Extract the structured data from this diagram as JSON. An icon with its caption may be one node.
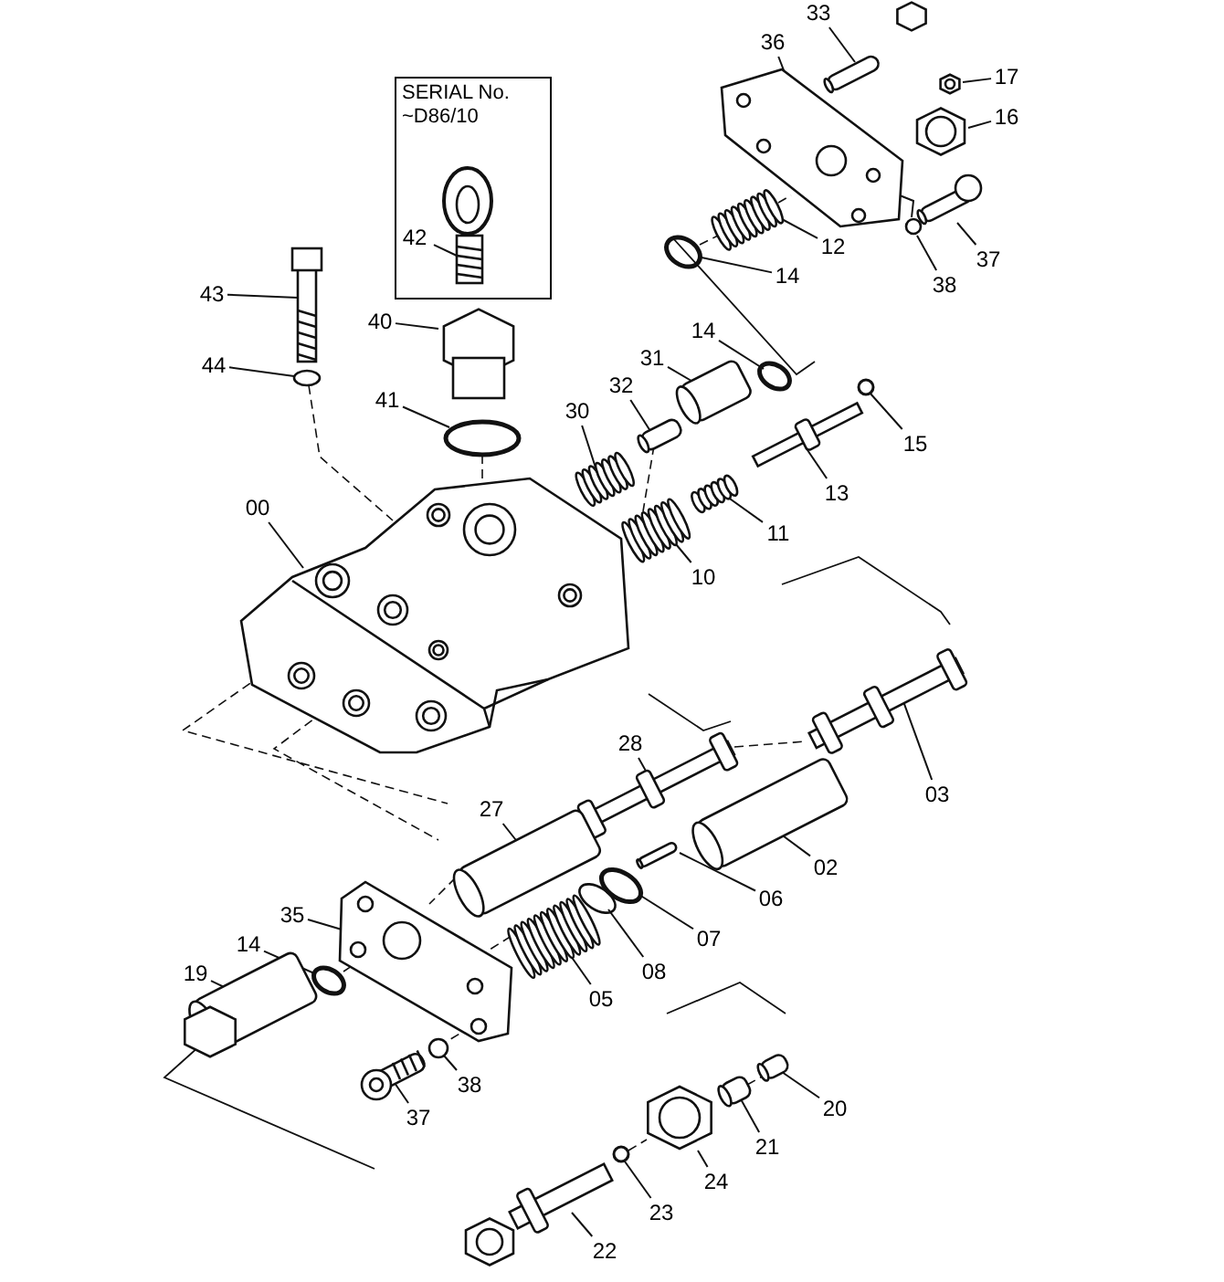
{
  "diagram": {
    "nodes": [
      {
        "text": [
          "33"
        ]
      },
      {
        "text": [
          "36"
        ]
      },
      {
        "text": [
          "17"
        ]
      },
      {
        "text": [
          "SERIAL No. ~D86/10"
        ]
      },
      {
        "text": [
          "42"
        ],
        "in": 3
      },
      {
        "text": [
          "16"
        ]
      },
      {
        "text": [
          "12"
        ]
      },
      {
        "text": [
          "37"
        ]
      },
      {
        "text": [
          "14"
        ]
      },
      {
        "text": [
          "38"
        ]
      },
      {
        "text": [
          "43"
        ]
      },
      {
        "text": [
          "40"
        ]
      },
      {
        "text": [
          "14"
        ]
      },
      {
        "text": [
          "31"
        ]
      },
      {
        "text": [
          "44"
        ]
      },
      {
        "text": [
          "32"
        ]
      },
      {
        "text": [
          "41"
        ]
      },
      {
        "text": [
          "30"
        ]
      },
      {
        "text": [
          "15"
        ]
      },
      {
        "text": [
          "13"
        ]
      },
      {
        "text": [
          "00"
        ]
      },
      {
        "text": [
          "11"
        ]
      },
      {
        "text": [
          "10"
        ]
      },
      {
        "text": [
          "28"
        ]
      },
      {
        "text": [
          "03"
        ]
      },
      {
        "text": [
          "27"
        ]
      },
      {
        "text": [
          "02"
        ]
      },
      {
        "text": [
          "06"
        ]
      },
      {
        "text": [
          "35"
        ]
      },
      {
        "text": [
          "07"
        ]
      },
      {
        "text": [
          "14"
        ]
      },
      {
        "text": [
          "08"
        ]
      },
      {
        "text": [
          "19"
        ]
      },
      {
        "text": [
          "05"
        ]
      },
      {
        "text": [
          "38"
        ]
      },
      {
        "text": [
          "20"
        ]
      },
      {
        "text": [
          "37"
        ]
      },
      {
        "text": [
          "21"
        ]
      },
      {
        "text": [
          "24"
        ]
      },
      {
        "text": [
          "23"
        ]
      },
      {
        "text": [
          "22"
        ]
      },
      {
        "text": [],
        "shape": "picture"
      },
      {
        "text": [],
        "shape": "picture"
      },
      {
        "text": [],
        "shape": "picture"
      },
      {
        "text": [],
        "shape": "picture",
        "in": 3
      },
      {
        "text": [],
        "shape": "picture"
      },
      {
        "text": [],
        "shape": "picture"
      },
      {
        "text": [],
        "shape": "picture"
      },
      {
        "text": [],
        "shape": "circle"
      },
      {
        "text": [],
        "shape": "circle"
      },
      {
        "text": [],
        "shape": "picture"
      },
      {
        "text": [],
        "shape": "picture"
      },
      {
        "text": [],
        "shape": "circle"
      },
      {
        "text": [],
        "shape": "picture"
      },
      {
        "text": [],
        "shape": "circle"
      },
      {
        "text": [],
        "shape": "picture"
      },
      {
        "text": [],
        "shape": "circle"
      },
      {
        "text": [],
        "shape": "picture"
      },
      {
        "text": [],
        "shape": "circle"
      },
      {
        "text": [],
        "shape": "picture"
      },
      {
        "text": [],
        "shape": "picture"
      },
      {
        "text": [],
        "shape": "picture"
      },
      {
        "text": [],
        "shape": "picture"
      },
      {
        "text": [],
        "shape": "picture"
      },
      {
        "text": [],
        "shape": "picture"
      },
      {
        "text": [],
        "shape": "picture"
      },
      {
        "text": [],
        "shape": "picture"
      },
      {
        "text": [],
        "shape": "picture"
      },
      {
        "text": [],
        "shape": "picture"
      },
      {
        "text": [],
        "shape": "circle"
      },
      {
        "text": [],
        "shape": "circle"
      },
      {
        "text": [],
        "shape": "circle"
      },
      {
        "text": [],
        "shape": "picture"
      },
      {
        "text": [],
        "shape": "picture"
      },
      {
        "text": [],
        "shape": "circle"
      },
      {
        "text": [],
        "shape": "picture"
      },
      {
        "text": [],
        "shape": "picture"
      },
      {
        "text": [],
        "shape": "picture"
      },
      {
        "text": [],
        "shape": "picture"
      },
      {
        "text": [],
        "shape": "circle"
      },
      {
        "text": [],
        "shape": "picture"
      }
    ],
    "edges": [
      {
        "from": 0,
        "to": 41,
        "arrow": "none"
      },
      {
        "from": 1,
        "to": 42,
        "arrow": "none"
      },
      {
        "from": 2,
        "to": 43,
        "arrow": "none"
      },
      {
        "from": 4,
        "to": 44,
        "arrow": "none"
      },
      {
        "from": 5,
        "to": 45,
        "arrow": "none"
      },
      {
        "from": 6,
        "to": 46,
        "arrow": "none"
      },
      {
        "from": 7,
        "to": 47,
        "arrow": "none"
      },
      {
        "from": 8,
        "to": 48,
        "arrow": "none"
      },
      {
        "from": 9,
        "to": 49,
        "arrow": "none"
      },
      {
        "from": 10,
        "to": 50,
        "arrow": "none"
      },
      {
        "from": 11,
        "to": 51,
        "arrow": "none"
      },
      {
        "from": 12,
        "to": 52,
        "arrow": "none"
      },
      {
        "from": 13,
        "to": 53,
        "arrow": "none"
      },
      {
        "from": 14,
        "to": 54,
        "arrow": "none"
      },
      {
        "from": 15,
        "to": 55,
        "arrow": "none"
      },
      {
        "from": 16,
        "to": 56,
        "arrow": "none"
      },
      {
        "from": 17,
        "to": 57,
        "arrow": "none"
      },
      {
        "from": 18,
        "to": 58,
        "arrow": "none"
      },
      {
        "from": 19,
        "to": 59,
        "arrow": "none"
      },
      {
        "from": 20,
        "to": 60,
        "arrow": "none"
      },
      {
        "from": 21,
        "to": 61,
        "arrow": "none"
      },
      {
        "from": 22,
        "to": 62,
        "arrow": "none"
      },
      {
        "from": 23,
        "to": 63,
        "arrow": "none"
      },
      {
        "from": 24,
        "to": 64,
        "arrow": "none"
      },
      {
        "from": 25,
        "to": 65,
        "arrow": "none"
      },
      {
        "from": 26,
        "to": 66,
        "arrow": "none"
      },
      {
        "from": 27,
        "to": 67,
        "arrow": "none"
      },
      {
        "from": 28,
        "to": 68,
        "arrow": "none"
      },
      {
        "from": 29,
        "to": 69,
        "arrow": "none"
      },
      {
        "from": 30,
        "to": 70,
        "arrow": "none"
      },
      {
        "from": 31,
        "to": 71,
        "arrow": "none"
      },
      {
        "from": 32,
        "to": 72,
        "arrow": "none"
      },
      {
        "from": 33,
        "to": 73,
        "arrow": "none"
      },
      {
        "from": 34,
        "to": 74,
        "arrow": "none"
      },
      {
        "from": 35,
        "to": 75,
        "arrow": "none"
      },
      {
        "from": 36,
        "to": 76,
        "arrow": "none"
      },
      {
        "from": 37,
        "to": 77,
        "arrow": "none"
      },
      {
        "from": 38,
        "to": 78,
        "arrow": "none"
      },
      {
        "from": 39,
        "to": 79,
        "arrow": "none"
      },
      {
        "from": 40,
        "to": 80,
        "arrow": "none"
      },
      {
        "from": 48,
        "to": 46,
        "arrow": "none",
        "style": "dashed"
      },
      {
        "from": 55,
        "to": 62,
        "arrow": "none",
        "style": "dashed"
      },
      {
        "from": 56,
        "to": 60,
        "arrow": "none",
        "style": "dashed"
      },
      {
        "from": 54,
        "to": 60,
        "arrow": "none",
        "style": "dashed"
      },
      {
        "from": 60,
        "to": 65,
        "arrow": "none",
        "style": "dashed"
      },
      {
        "from": 60,
        "to": 65,
        "arrow": "none",
        "style": "dashed"
      },
      {
        "from": 65,
        "to": 68,
        "arrow": "none",
        "style": "dashed"
      },
      {
        "from": 73,
        "to": 68,
        "arrow": "none",
        "style": "dashed"
      },
      {
        "from": 63,
        "to": 64,
        "arrow": "none",
        "style": "dashed"
      },
      {
        "from": 68,
        "to": 70,
        "arrow": "none",
        "style": "dashed"
      },
      {
        "from": 74,
        "to": 68,
        "arrow": "none",
        "style": "dashed"
      },
      {
        "from": 79,
        "to": 78,
        "arrow": "none",
        "style": "dashed"
      },
      {
        "from": 77,
        "to": 75,
        "arrow": "none",
        "style": "dashed"
      },
      {
        "from": 46,
        "to": 42,
        "arrow": "none",
        "style": "dashed"
      },
      {
        "from": 42,
        "to": 49,
        "arrow": "none"
      }
    ]
  }
}
